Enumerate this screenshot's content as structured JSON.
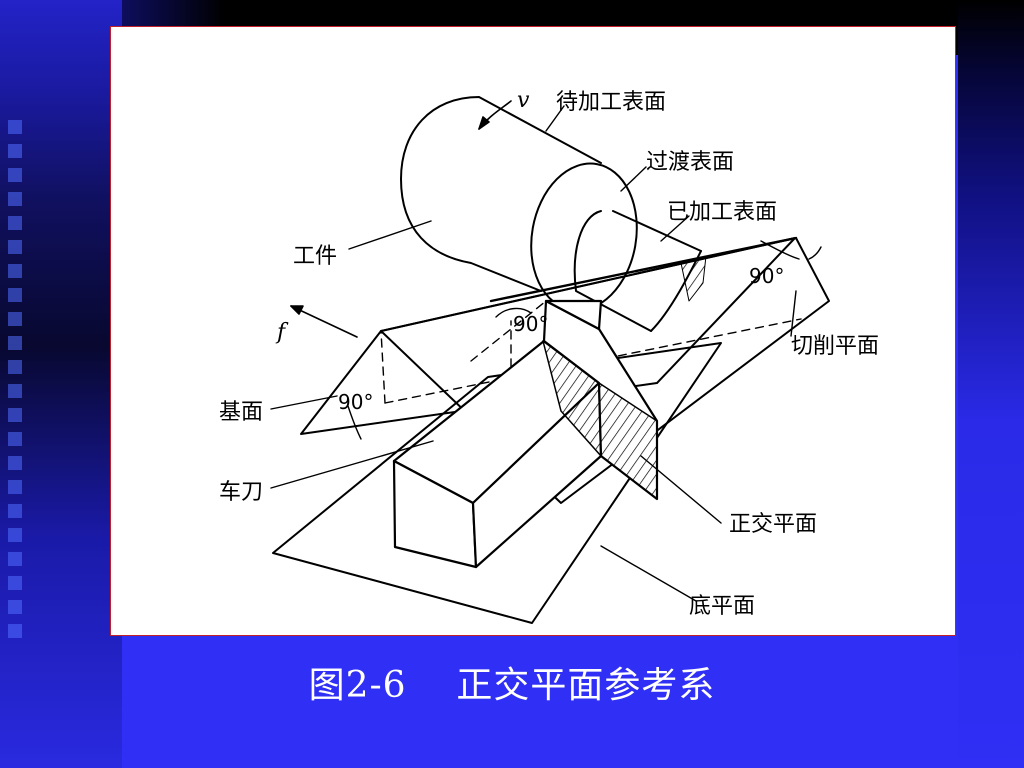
{
  "caption": {
    "figure_number": "图2-6",
    "title": "正交平面参考系"
  },
  "diagram": {
    "labels": {
      "speed": "v",
      "surface_to_machine": "待加工表面",
      "transition_surface": "过渡表面",
      "machined_surface": "已加工表面",
      "workpiece": "工件",
      "feed": "f",
      "cutting_plane": "切削平面",
      "base_plane": "基面",
      "turning_tool": "车刀",
      "orthogonal_plane": "正交平面",
      "bottom_plane": "底平面",
      "angle_top_right": "90°",
      "angle_center": "90°",
      "angle_left": "90°"
    }
  },
  "colors": {
    "background": "#2f2ff5",
    "panel": "#ffffff",
    "line": "#000000",
    "caption_text": "#ffffff"
  }
}
